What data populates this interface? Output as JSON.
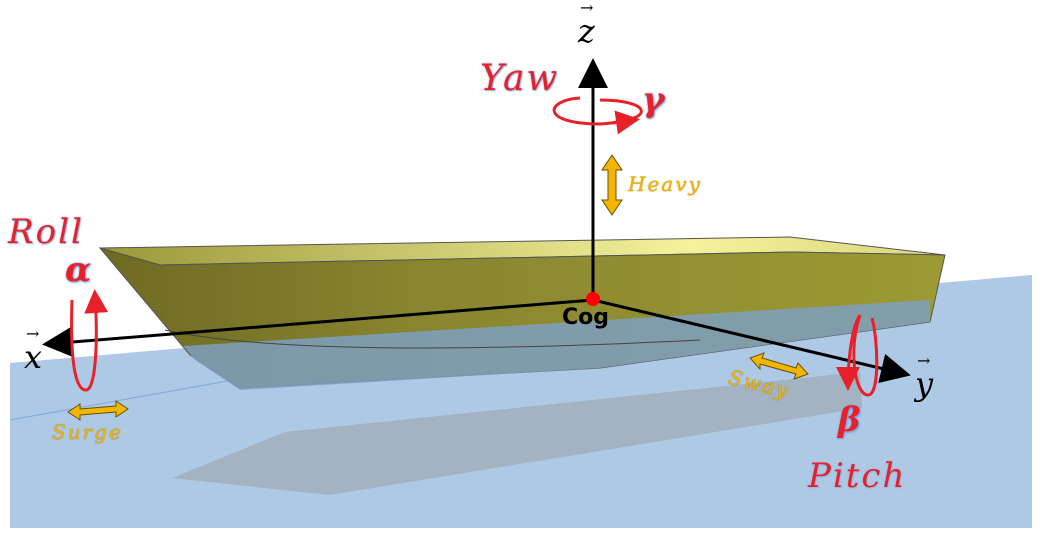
{
  "labels": {
    "axis_z": "z",
    "axis_x": "x",
    "axis_y": "y",
    "vector_arrow": "→",
    "yaw": "Yaw",
    "gamma": "γ",
    "heavy": "Heavy",
    "roll": "Roll",
    "alpha": "α",
    "cog": "Cog",
    "surge": "Surge",
    "sway": "Sway",
    "beta": "β",
    "pitch": "Pitch"
  },
  "colors": {
    "water": "#adc9e6",
    "hull": "#8c8a2a",
    "deck": "#e8e88a",
    "rotation": "#e8202a",
    "translation": "#f2b600"
  }
}
